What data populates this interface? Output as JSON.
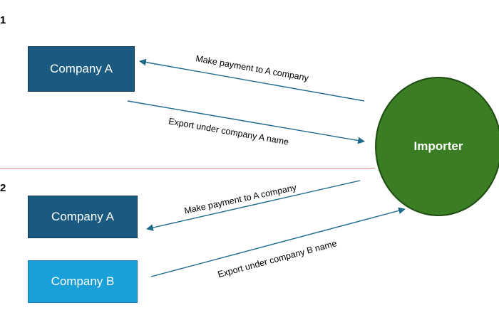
{
  "scenarios": {
    "first": {
      "number": "1"
    },
    "second": {
      "number": "2"
    }
  },
  "nodes": {
    "company_a_top": {
      "label": "Company A"
    },
    "company_a_bottom": {
      "label": "Company A"
    },
    "company_b": {
      "label": "Company B"
    },
    "importer": {
      "label": "Importer"
    }
  },
  "edges": {
    "s1_payment": {
      "label": "Make payment to A company"
    },
    "s1_export": {
      "label": "Export under company A name"
    },
    "s2_payment": {
      "label": "Make payment to A company"
    },
    "s2_export": {
      "label": "Export under company B name"
    }
  },
  "colors": {
    "company_a": "#1a5a80",
    "company_b": "#1aa0d8",
    "importer": "#3b7d23",
    "arrow": "#1f6a8c",
    "divider": "#e0937a"
  }
}
